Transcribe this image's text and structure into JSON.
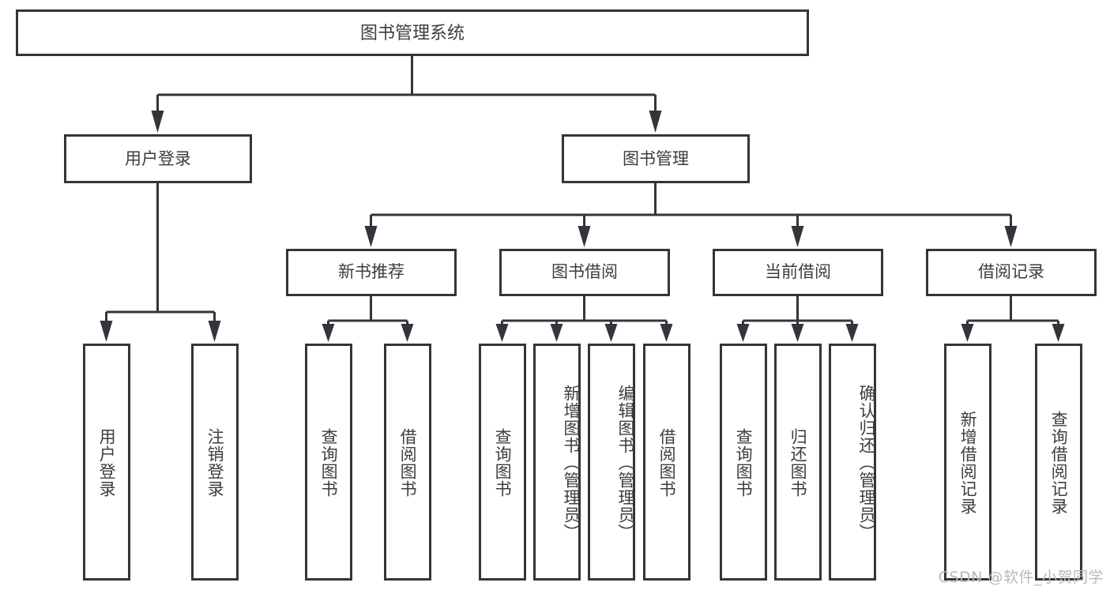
{
  "diagram": {
    "title": "图书管理系统",
    "type": "tree",
    "orientation": "top-down",
    "colors": {
      "stroke": "#33353a",
      "box_fill": "#ffffff",
      "text": "#3d3d3d",
      "background": "#ffffff",
      "watermark": "#b9b9b9"
    },
    "root": {
      "label": "图书管理系统"
    },
    "level2": [
      {
        "label": "用户登录"
      },
      {
        "label": "图书管理"
      }
    ],
    "level3": [
      {
        "label": "新书推荐"
      },
      {
        "label": "图书借阅"
      },
      {
        "label": "当前借阅"
      },
      {
        "label": "借阅记录"
      }
    ],
    "leaves": {
      "user_login": [
        {
          "label": "用户登录"
        },
        {
          "label": "注销登录"
        }
      ],
      "new_book": [
        {
          "label": "查询图书"
        },
        {
          "label": "借阅图书"
        }
      ],
      "book_borrow": [
        {
          "label": "查询图书"
        },
        {
          "label": "新增图书（管理员）"
        },
        {
          "label": "编辑图书（管理员）"
        },
        {
          "label": "借阅图书"
        }
      ],
      "current_borrow": [
        {
          "label": "查询图书"
        },
        {
          "label": "归还图书"
        },
        {
          "label": "确认归还（管理员）"
        }
      ],
      "borrow_record": [
        {
          "label": "新增借阅记录"
        },
        {
          "label": "查询借阅记录"
        }
      ]
    },
    "edges": [
      {
        "from": "图书管理系统",
        "to": "用户登录"
      },
      {
        "from": "图书管理系统",
        "to": "图书管理"
      },
      {
        "from": "用户登录",
        "to": "用户登录"
      },
      {
        "from": "用户登录",
        "to": "注销登录"
      },
      {
        "from": "图书管理",
        "to": "新书推荐"
      },
      {
        "from": "图书管理",
        "to": "图书借阅"
      },
      {
        "from": "图书管理",
        "to": "当前借阅"
      },
      {
        "from": "图书管理",
        "to": "借阅记录"
      },
      {
        "from": "新书推荐",
        "to": "查询图书"
      },
      {
        "from": "新书推荐",
        "to": "借阅图书"
      },
      {
        "from": "图书借阅",
        "to": "查询图书"
      },
      {
        "from": "图书借阅",
        "to": "新增图书（管理员）"
      },
      {
        "from": "图书借阅",
        "to": "编辑图书（管理员）"
      },
      {
        "from": "图书借阅",
        "to": "借阅图书"
      },
      {
        "from": "当前借阅",
        "to": "查询图书"
      },
      {
        "from": "当前借阅",
        "to": "归还图书"
      },
      {
        "from": "当前借阅",
        "to": "确认归还（管理员）"
      },
      {
        "from": "借阅记录",
        "to": "新增借阅记录"
      },
      {
        "from": "借阅记录",
        "to": "查询借阅记录"
      }
    ]
  },
  "watermark": {
    "text": "CSDN @软件_小贺同学"
  }
}
